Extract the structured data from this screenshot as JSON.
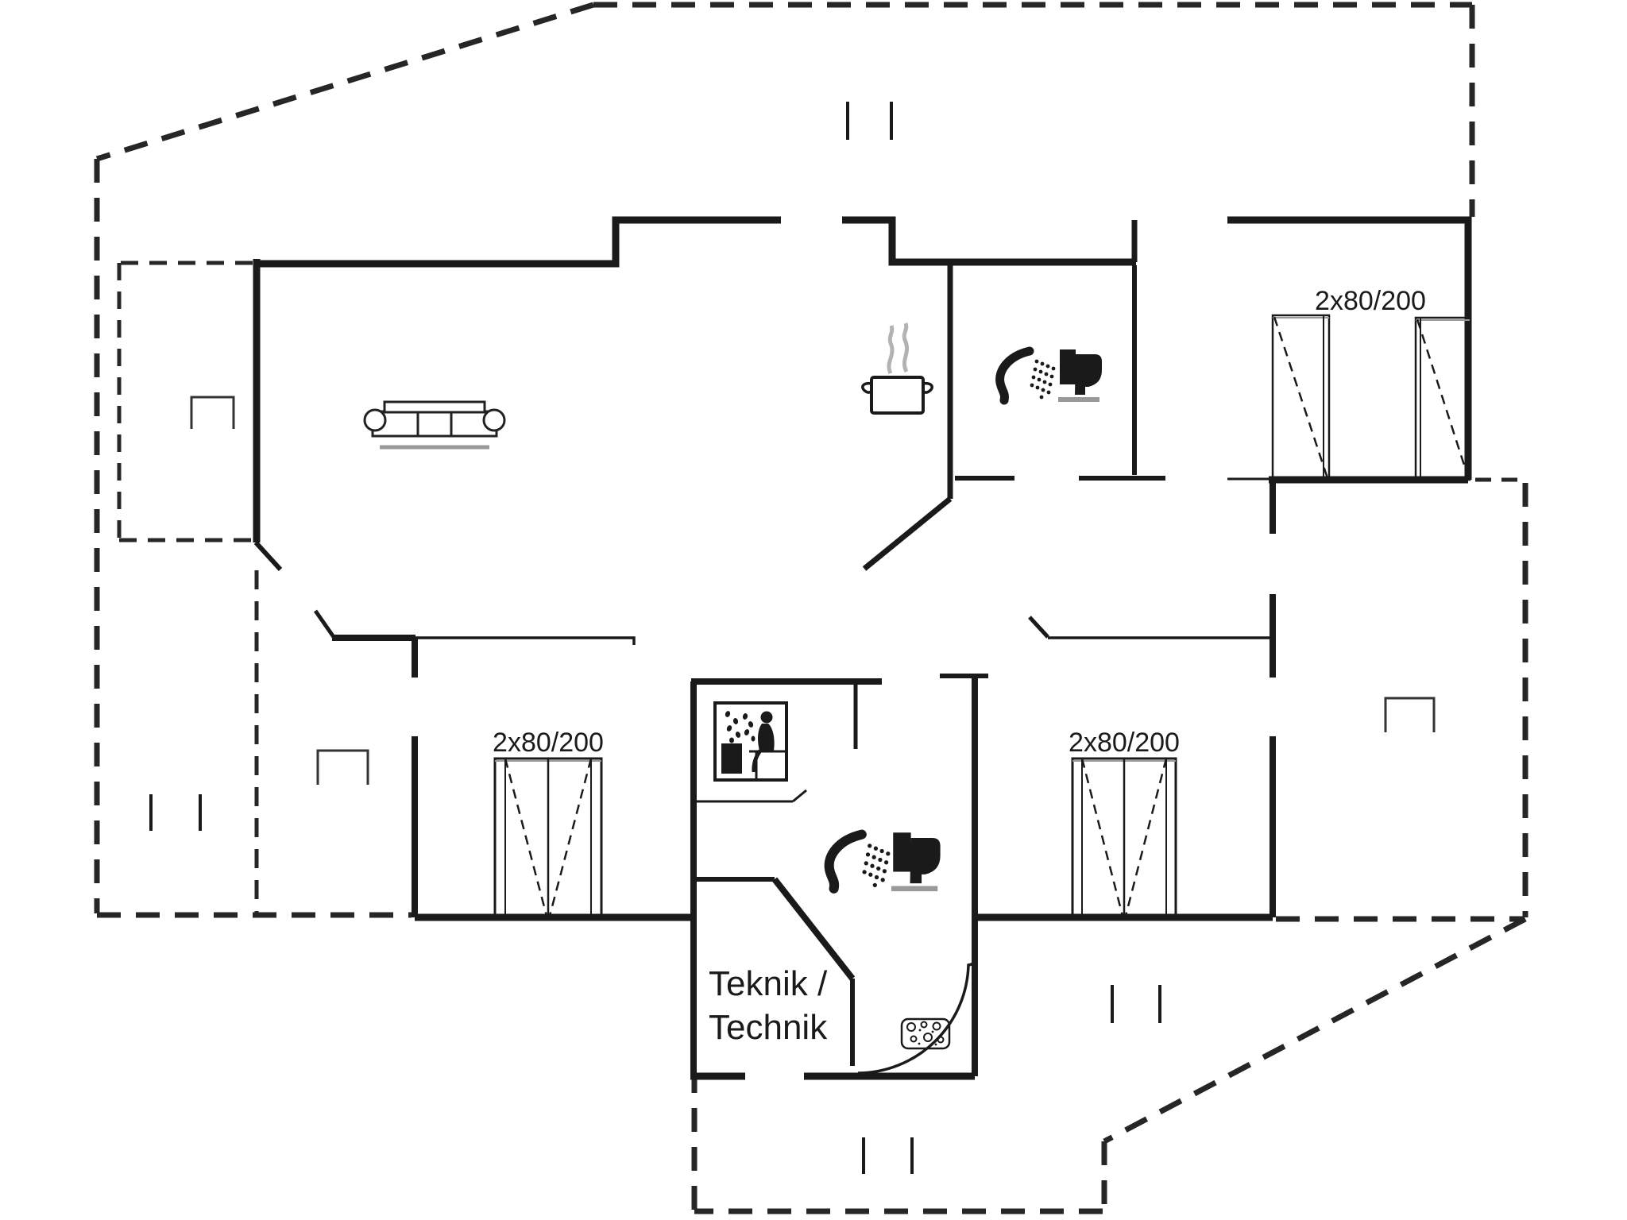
{
  "plan": {
    "labels": {
      "bed_size": "2x80/200",
      "technik_line1": "Teknik /",
      "technik_line2": "Technik"
    },
    "colors": {
      "wall": "#1a1a1a",
      "outline_dash": "#262626",
      "accent_gray": "#999999",
      "steam_gray": "#b3b3b3",
      "background": "#ffffff"
    },
    "icons": [
      "sofa-icon",
      "cooking-pot-icon",
      "steam-icon",
      "shower-icon",
      "toilet-icon",
      "sauna-icon",
      "hob-icon",
      "door-arc-icon",
      "door-leaf-icon",
      "window-tick-icon",
      "step-bracket-icon"
    ]
  }
}
